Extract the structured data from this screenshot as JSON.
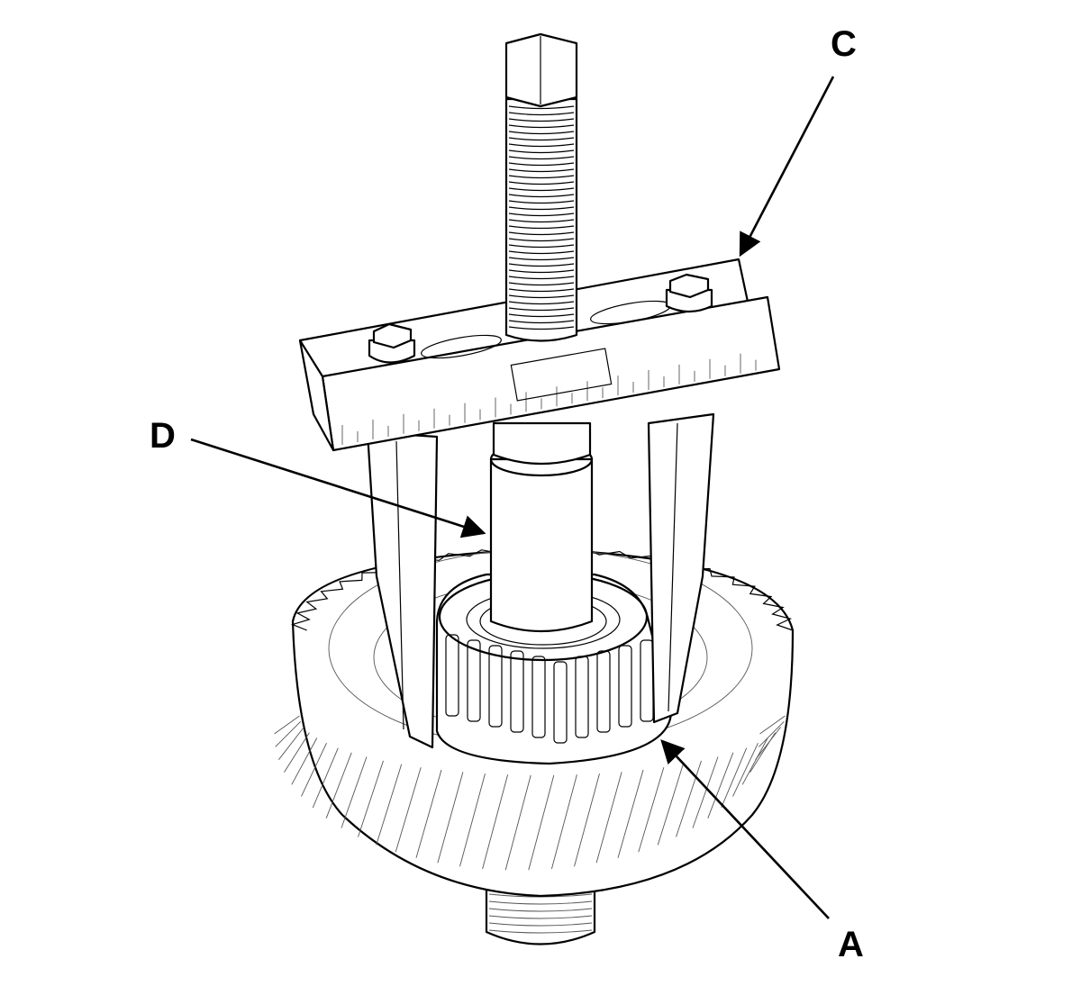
{
  "callouts": {
    "a": "A",
    "c": "C",
    "d": "D"
  },
  "colors": {
    "line": "#000000",
    "background": "#ffffff"
  }
}
